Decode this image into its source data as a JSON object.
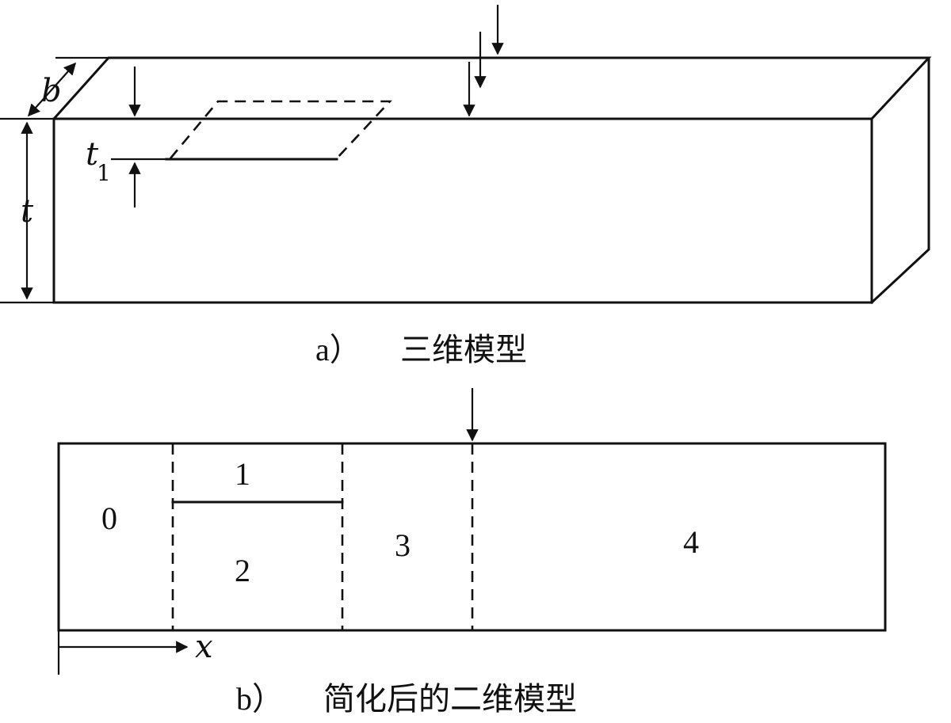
{
  "panel_a": {
    "caption_key": "a）",
    "caption_text": "三维模型",
    "labels": {
      "width": "b",
      "thickness": "t",
      "defect_depth": "t",
      "defect_depth_sub": "1"
    }
  },
  "panel_b": {
    "caption_key": "b）",
    "caption_text": "简化后的二维模型",
    "regions": [
      "0",
      "1",
      "2",
      "3",
      "4"
    ],
    "axis_label": "x"
  }
}
